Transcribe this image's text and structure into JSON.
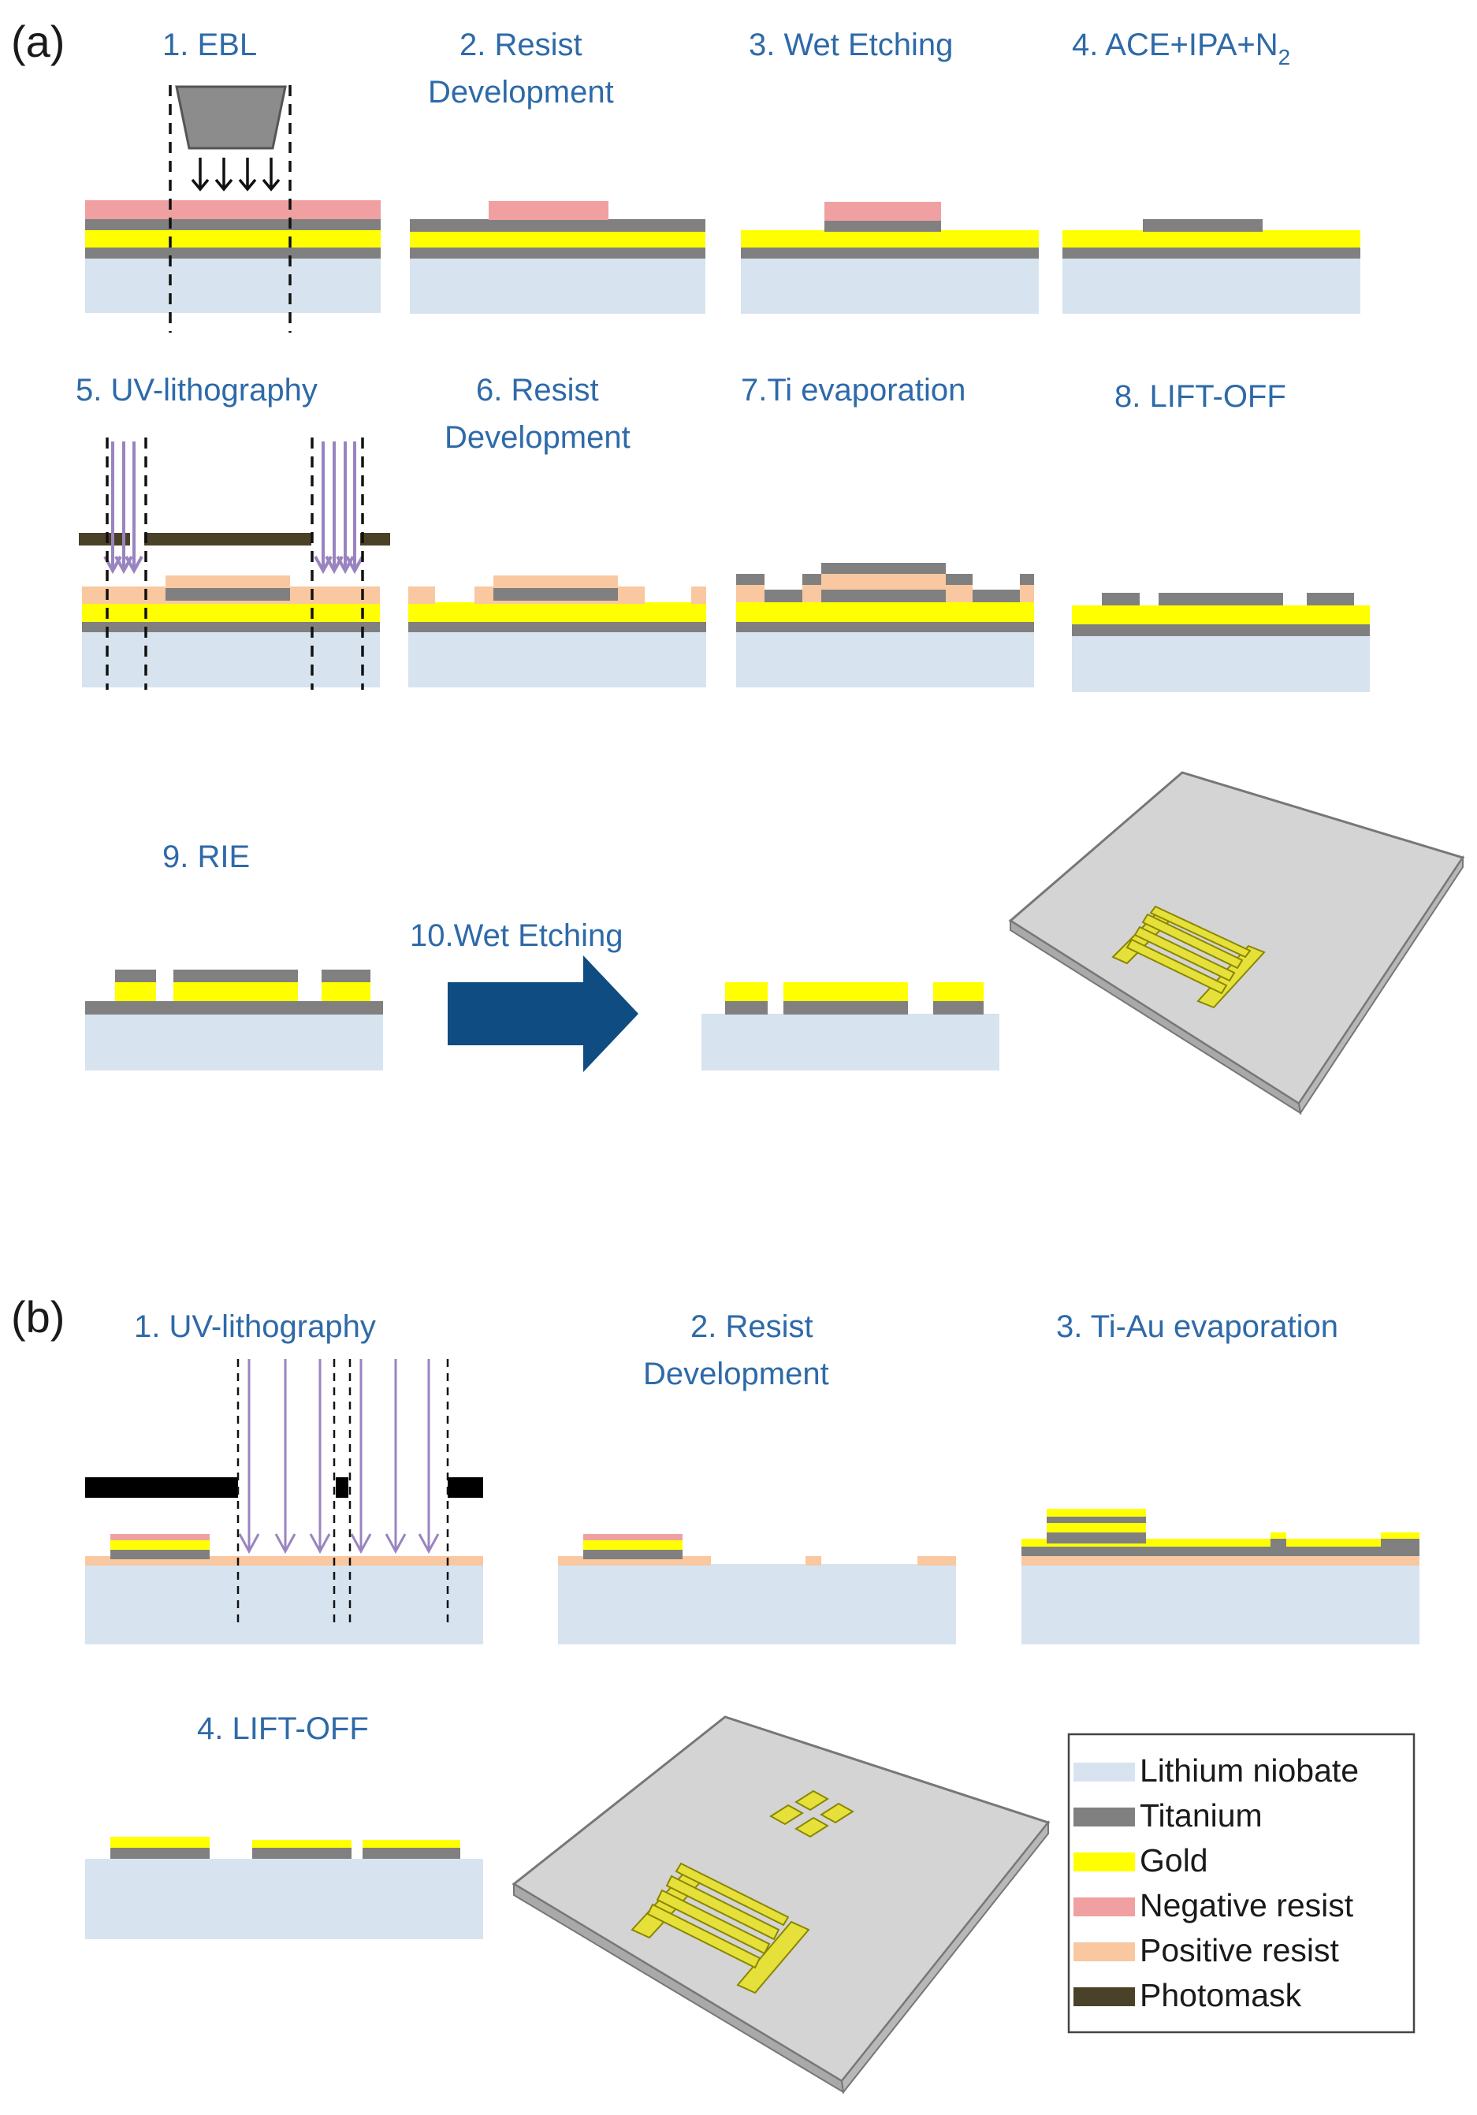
{
  "panels": {
    "a": {
      "label": "(a)",
      "steps": {
        "s1": "1. EBL",
        "s2_l1": "2. Resist",
        "s2_l2": "Development",
        "s3": "3. Wet Etching",
        "s4": "4. ACE+IPA+N",
        "s4_sub": "2",
        "s5": "5. UV-lithography",
        "s6_l1": "6. Resist",
        "s6_l2": "Development",
        "s7": "7.Ti evaporation",
        "s8": "8. LIFT-OFF",
        "s9": "9. RIE",
        "s10": "10.Wet Etching"
      }
    },
    "b": {
      "label": "(b)",
      "steps": {
        "s1": "1. UV-lithography",
        "s2_l1": "2. Resist",
        "s2_l2": "Development",
        "s3": "3. Ti-Au evaporation",
        "s4": "4. LIFT-OFF"
      }
    }
  },
  "legend": {
    "items": [
      {
        "label": "Lithium niobate",
        "color": "#d7e4f0"
      },
      {
        "label": "Titanium",
        "color": "#808080"
      },
      {
        "label": "Gold",
        "color": "#ffff00"
      },
      {
        "label": "Negative resist",
        "color": "#f0a0a0"
      },
      {
        "label": "Positive resist",
        "color": "#f9c8a0"
      },
      {
        "label": "Photomask",
        "color": "#4a4228"
      }
    ]
  },
  "colors": {
    "step_title": "#2e6aa8",
    "arrow": "#0f4c81",
    "uv_light": "#9a84c0",
    "plate": "#d4d4d4"
  }
}
